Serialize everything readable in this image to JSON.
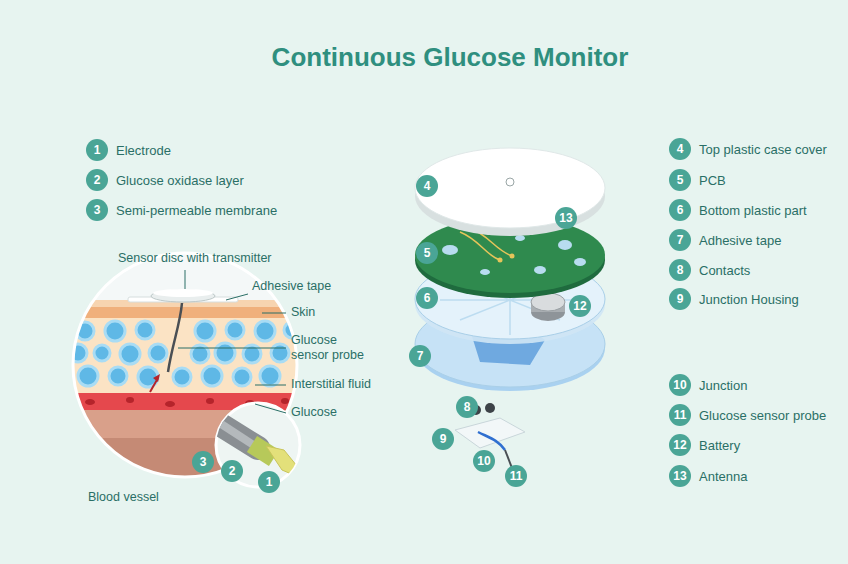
{
  "diagram": {
    "title": "Continuous Glucose Monitor",
    "nodes": [
      {
        "text": [
          "1",
          "Electrode"
        ]
      },
      {
        "text": [
          "2",
          "Glucose oxidase layer"
        ]
      },
      {
        "text": [
          "3",
          "Semi-permeable membrane"
        ]
      },
      {
        "text": [
          "4",
          "Top plastic case cover"
        ]
      },
      {
        "text": [
          "5",
          "PCB"
        ]
      },
      {
        "text": [
          "6",
          "Bottom plastic part"
        ]
      },
      {
        "text": [
          "7",
          "Adhesive tape"
        ]
      },
      {
        "text": [
          "8",
          "Contacts"
        ]
      },
      {
        "text": [
          "9",
          "Junction Housing"
        ]
      },
      {
        "text": [
          "10",
          "Junction"
        ]
      },
      {
        "text": [
          "11",
          "Glucose sensor probe"
        ]
      },
      {
        "text": [
          "12",
          "Battery"
        ]
      },
      {
        "text": [
          "13",
          "Antenna"
        ]
      },
      {
        "text": [
          "4"
        ]
      },
      {
        "text": [
          "5"
        ]
      },
      {
        "text": [
          "13"
        ]
      },
      {
        "text": [
          "6"
        ]
      },
      {
        "text": [
          "12"
        ]
      },
      {
        "text": [
          "7"
        ]
      },
      {
        "text": [
          "8"
        ]
      },
      {
        "text": [
          "9"
        ]
      },
      {
        "text": [
          "10"
        ]
      },
      {
        "text": [
          "11"
        ]
      },
      {
        "text": [
          "3"
        ]
      },
      {
        "text": [
          "2"
        ]
      },
      {
        "text": [
          "1"
        ]
      }
    ],
    "labels": [
      "Sensor disc with transmitter",
      "Adhesive tape",
      "Skin",
      "Glucose sensor probe",
      "Interstitial fluid",
      "Glucose",
      "Blood vessel"
    ]
  }
}
